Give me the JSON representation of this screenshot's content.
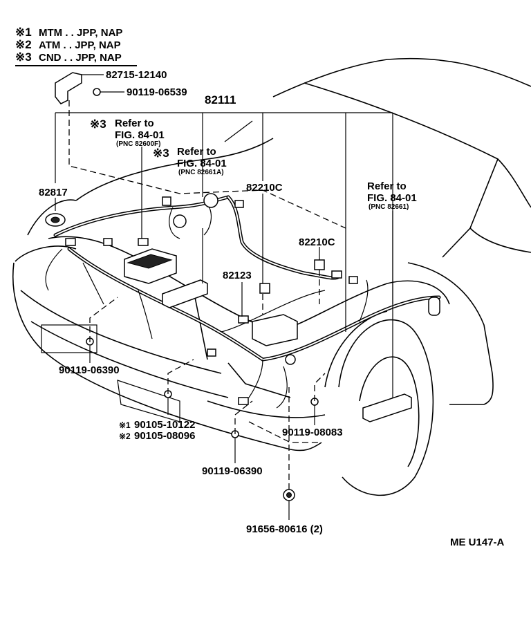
{
  "legend": [
    {
      "mark": "※1",
      "text": "MTM . . JPP, NAP"
    },
    {
      "mark": "※2",
      "text": "ATM . . JPP, NAP"
    },
    {
      "mark": "※3",
      "text": "CND . . JPP, NAP"
    }
  ],
  "labels": {
    "p82715": "82715-12140",
    "p90119_06539": "90119-06539",
    "p82111": "82111",
    "refer1_mark": "※3",
    "refer1_a": "Refer to",
    "refer1_b": "FIG. 84-01",
    "refer1_c": "(PNC 82600F)",
    "refer2_mark": "※3",
    "refer2_a": "Refer to",
    "refer2_b": "FIG. 84-01",
    "refer2_c": "(PNC 82661A)",
    "refer3_a": "Refer to",
    "refer3_b": "FIG. 84-01",
    "refer3_c": "(PNC 82661)",
    "p82817": "82817",
    "p82210c_a": "82210C",
    "p82210c_b": "82210C",
    "p82123": "82123",
    "p90119_06390_a": "90119-06390",
    "p90105_10122_mark": "※1",
    "p90105_10122": "90105-10122",
    "p90105_08096_mark": "※2",
    "p90105_08096": "90105-08096",
    "p90119_08083": "90119-08083",
    "p90119_06390_b": "90119-06390",
    "p91656": "91656-80616 (2)",
    "figure_id": "ME U147-A"
  }
}
